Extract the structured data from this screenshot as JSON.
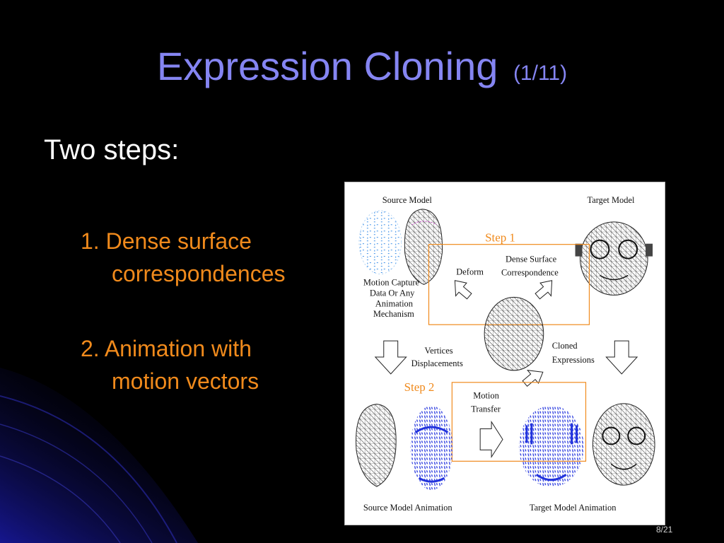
{
  "slide": {
    "title": "Expression Cloning",
    "title_suffix": "(1/11)",
    "lead": "Two steps:",
    "steps": [
      {
        "line1": "1. Dense surface",
        "line2": "correspondences"
      },
      {
        "line1": "2. Animation with",
        "line2": "motion vectors"
      }
    ],
    "page": "8/21"
  },
  "figure": {
    "source_model": "Source Model",
    "target_model": "Target Model",
    "step1": "Step 1",
    "step2": "Step 2",
    "dense_line1": "Dense Surface",
    "dense_line2": "Correspondence",
    "deform": "Deform",
    "motion_capture": [
      "Motion Capture",
      "Data Or Any",
      "Animation",
      "Mechanism"
    ],
    "vertices_line1": "Vertices",
    "vertices_line2": "Displacements",
    "cloned_line1": "Cloned",
    "cloned_line2": "Expressions",
    "motion_line1": "Motion",
    "motion_line2": "Transfer",
    "source_anim": "Source Model Animation",
    "target_anim": "Target Model Animation"
  },
  "colors": {
    "background": "#000000",
    "title": "#8585f2",
    "accent_orange": "#f08a1c",
    "lead_text": "#ffffff",
    "swoosh_blue": "#1a1aa8",
    "motion_vectors_blue": "#2233dd",
    "mesh_line": "#333333"
  }
}
